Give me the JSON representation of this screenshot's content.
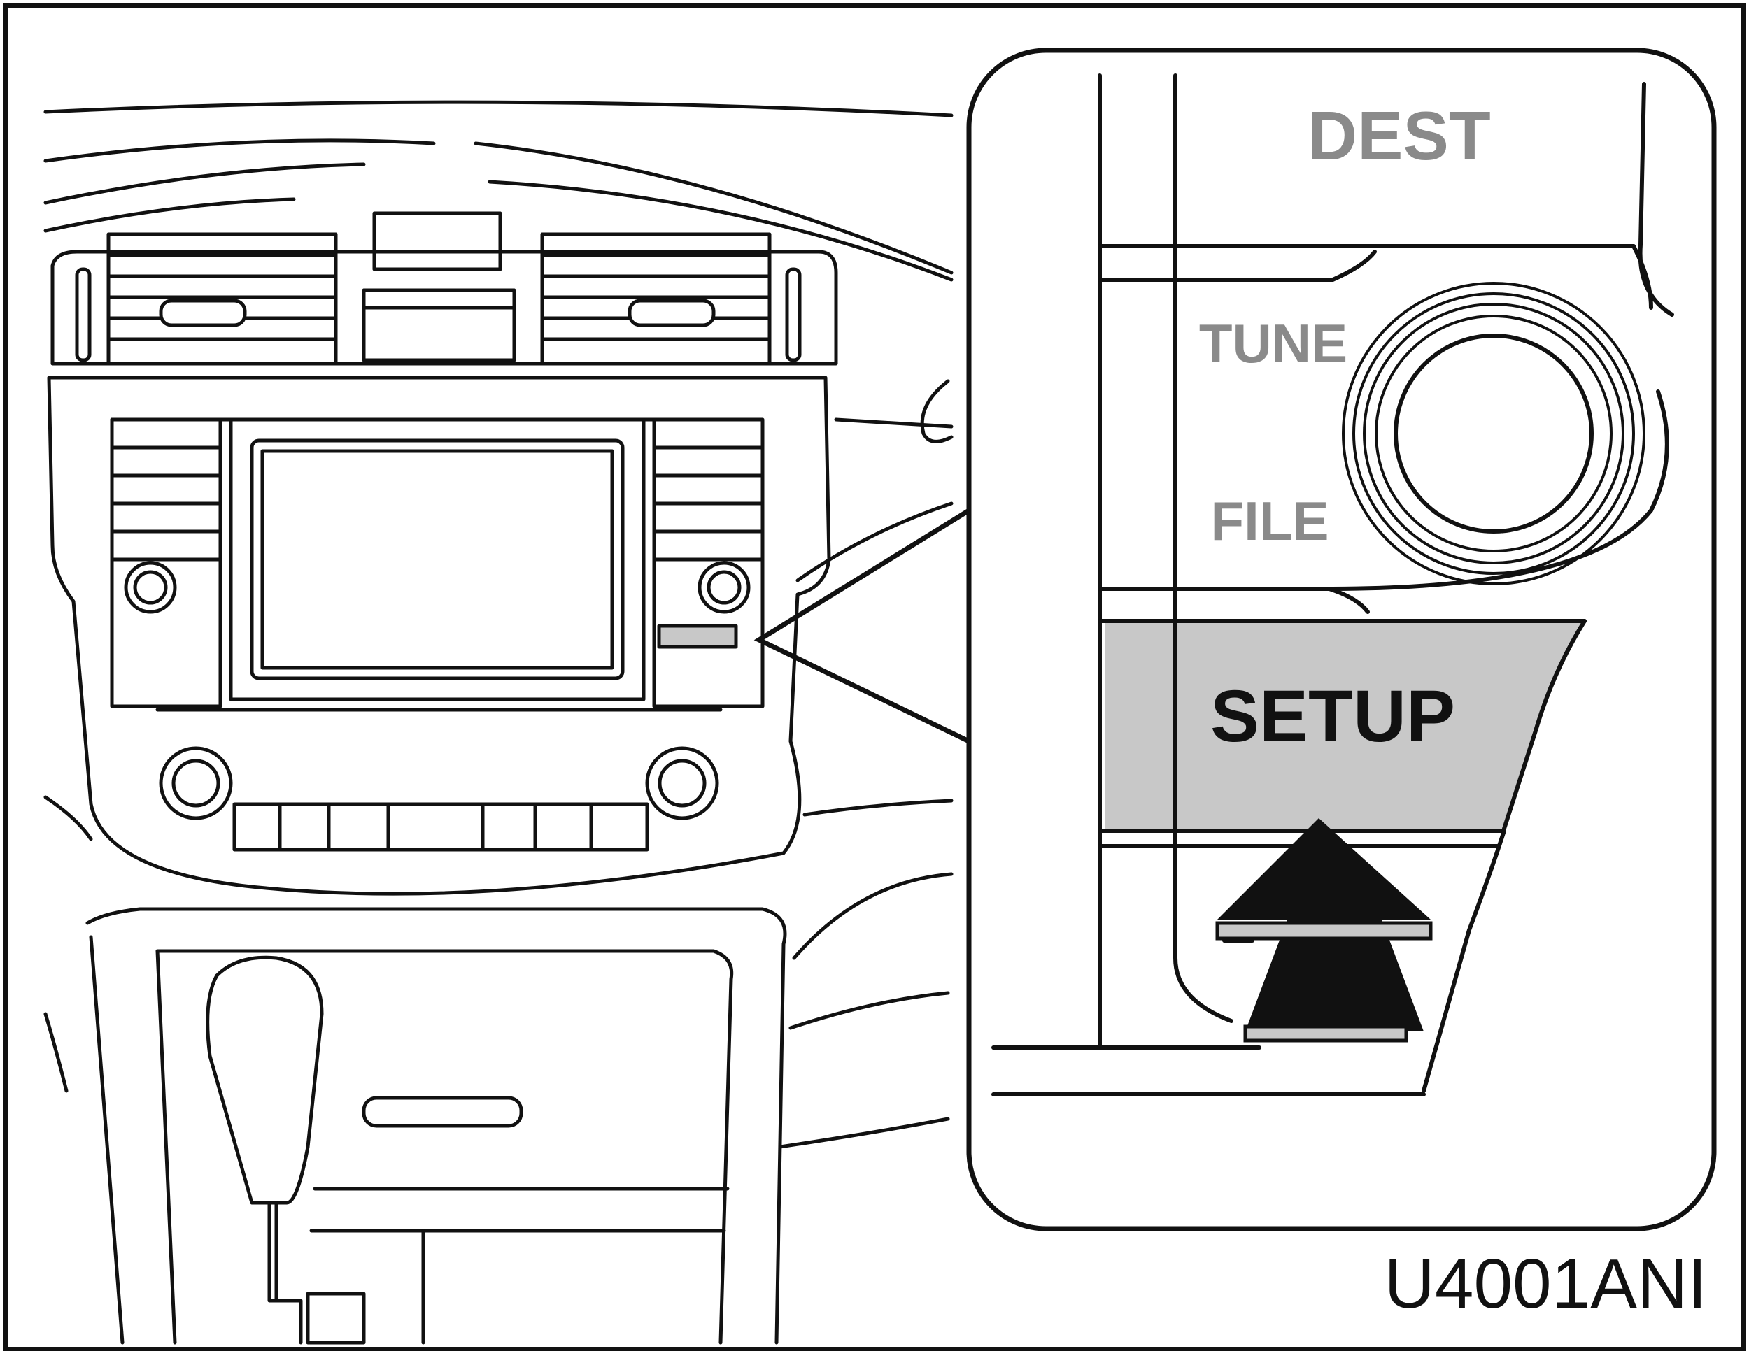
{
  "panel": {
    "dest_label": "DEST",
    "tune_label": "TUNE",
    "file_label": "FILE",
    "setup_label": "SETUP"
  },
  "figure_code": "U4001ANI",
  "colors": {
    "line": "#111111",
    "setup_highlight": "#c8c8c8",
    "inactive_label": "#8a8a8a",
    "background": "#ffffff"
  },
  "icons": {
    "press_arrow": "up-arrow-icon",
    "knob": "tune-knob-icon"
  }
}
